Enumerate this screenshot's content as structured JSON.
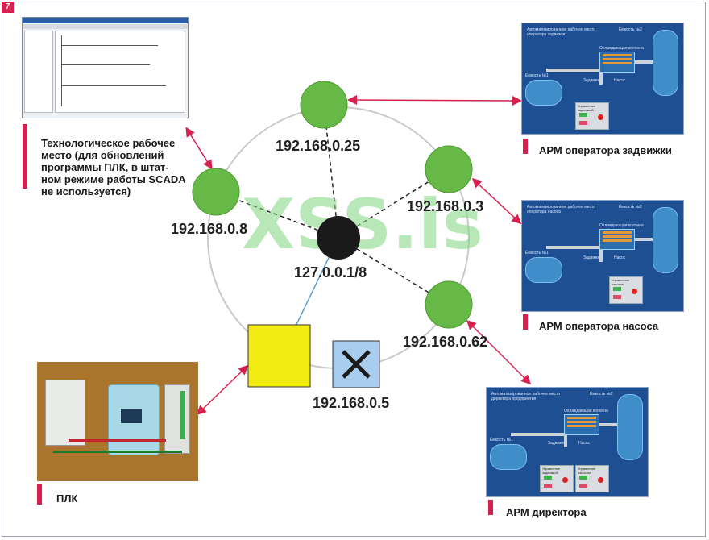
{
  "figure_number": "7",
  "watermark": "XSS.is",
  "nodes": {
    "top": "192.168.0.25",
    "left": "192.168.0.8",
    "right_upper": "192.168.0.3",
    "right_lower": "192.168.0.62",
    "center": "127.0.0.1/8",
    "disabled": "192.168.0.5"
  },
  "captions": {
    "workstation": [
      "Технологическое рабочее",
      "место (для обновлений",
      "программы ПЛК, в штат-",
      "ном режиме работы SCADA",
      "не используется)"
    ],
    "valve_operator": "АРМ оператора задвижки",
    "pump_operator": "АРМ оператора насоса",
    "director": "АРМ директора",
    "plc": "ПЛК"
  },
  "scada_screens": [
    {
      "title": "Автоматизированное рабочее место оператора задвижки",
      "tank1": "Ёмкость №1",
      "tank2": "Ёмкость №2",
      "cooler": "Охлаждающая колонна",
      "valve": "Задвижка",
      "pump": "Насос",
      "panel": "Управление задвижкой"
    },
    {
      "title": "Автоматизированное рабочее место оператора насоса",
      "tank1": "Ёмкость №1",
      "tank2": "Ёмкость №2",
      "cooler": "Охлаждающая колонна",
      "valve": "Задвижка",
      "pump": "Насос",
      "panel": "Управление насосом"
    },
    {
      "title": "Автоматизированное рабочее место директора предприятия",
      "tank1": "Ёмкость №1",
      "tank2": "Ёмкость №2",
      "cooler": "Охлаждающая колонна",
      "valve": "Задвижка",
      "pump": "Насос",
      "panel": "Управление задвижкой",
      "panel2": "Управление насосом"
    }
  ],
  "colors": {
    "node_green": "#67b947",
    "center_black": "#1a1a1a",
    "plc_yellow": "#f1eb12",
    "disabled_blue": "#a9cdee",
    "link_pink": "#d6204f",
    "ring_gray": "#c9c9c9",
    "uplink_blue": "#5a9fd0"
  }
}
